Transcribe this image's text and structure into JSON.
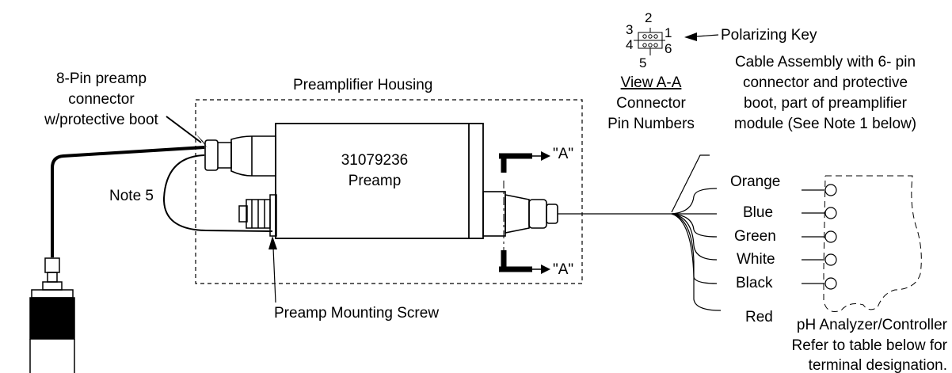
{
  "labels": {
    "preamp_connector": [
      "8-Pin preamp",
      "connector",
      "w/protective boot"
    ],
    "housing": "Preamplifier Housing",
    "preamp_part": [
      "31079236",
      "Preamp"
    ],
    "note5": "Note 5",
    "mounting_screw": "Preamp Mounting Screw",
    "section_a_top": "\"A\"",
    "section_a_bottom": "\"A\"",
    "view": [
      "View A-A",
      "Connector",
      "Pin Numbers"
    ],
    "polarizing_key": "Polarizing Key",
    "cable_assembly": [
      "Cable Assembly with 6- pin",
      "connector and protective",
      "boot, part of preamplifier",
      "module (See Note 1 below)"
    ],
    "pins": [
      "1",
      "2",
      "3",
      "4",
      "5",
      "6"
    ],
    "wires": [
      "Orange",
      "Blue",
      "Green",
      "White",
      "Black",
      "Red"
    ],
    "analyzer": [
      "pH Analyzer/Controller",
      "Refer to table below for",
      "terminal designation."
    ]
  }
}
